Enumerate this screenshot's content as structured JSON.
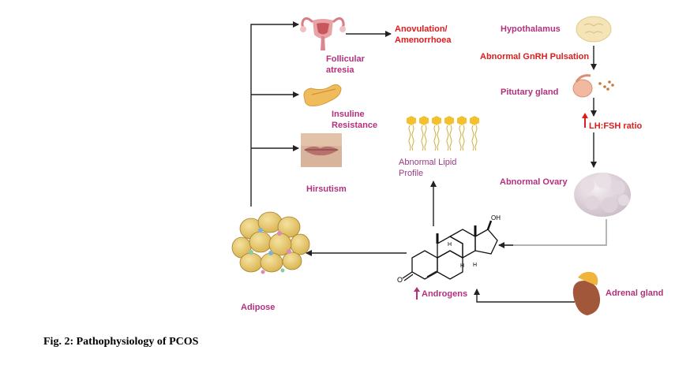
{
  "colors": {
    "magenta": "#b3307c",
    "red": "#e01b1b",
    "arrow": "#222222",
    "purple_text": "#9c3a86"
  },
  "labels": {
    "anovulation": "Anovulation/\nAmenorrhoea",
    "follicular": "Follicular\natresia",
    "insuline": "Insuline\nResistance",
    "hirsutism": "Hirsutism",
    "hypothalamus": "Hypothalamus",
    "gnrh": "Abnormal GnRH Pulsation",
    "pituitary": "Pitutary gland",
    "lhfsh": "LH:FSH ratio",
    "ovary": "Abnormal Ovary",
    "lipid": "Abnormal Lipid\nProfile",
    "androgens": "Androgens",
    "adrenal": "Adrenal gland",
    "adipose": "Adipose",
    "oh": "OH",
    "h": "H",
    "o": "O"
  },
  "icons": [
    "uterus-icon",
    "pancreas-icon",
    "lips-icon",
    "brain-icon",
    "pituitary-icon",
    "ovary-icon",
    "lipid-bilayer-icon",
    "steroid-structure",
    "adrenal-icon",
    "adipose-icon"
  ],
  "caption": "Fig. 2: Pathophysiology of PCOS"
}
